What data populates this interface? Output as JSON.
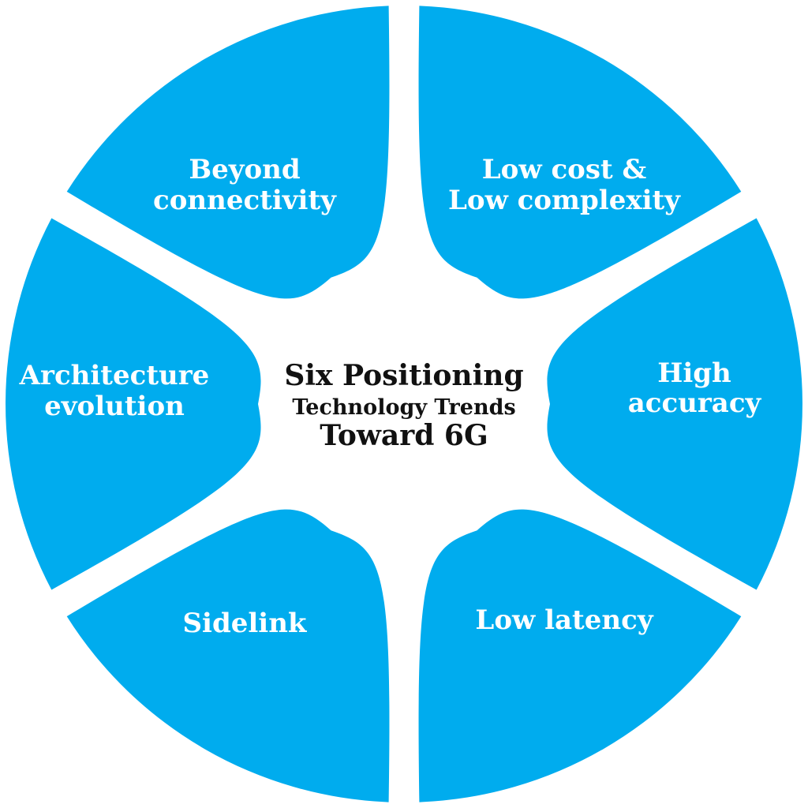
{
  "center": {
    "line1": "Six Positioning",
    "line2": "Technology Trends",
    "line3": "Toward 6G"
  },
  "petals": [
    {
      "id": "low-cost",
      "lines": [
        "Low cost &",
        "Low complexity"
      ]
    },
    {
      "id": "high-accuracy",
      "lines": [
        "High",
        "accuracy"
      ]
    },
    {
      "id": "low-latency",
      "lines": [
        "Low latency"
      ]
    },
    {
      "id": "sidelink",
      "lines": [
        "Sidelink"
      ]
    },
    {
      "id": "architecture-evolution",
      "lines": [
        "Architecture",
        "evolution"
      ]
    },
    {
      "id": "beyond-connectivity",
      "lines": [
        "Beyond",
        "connectivity"
      ]
    }
  ],
  "colors": {
    "petal_fill": "#00ACEE",
    "background": "#FFFFFF",
    "center_text": "#111111",
    "label_text": "#FFFFFF"
  }
}
